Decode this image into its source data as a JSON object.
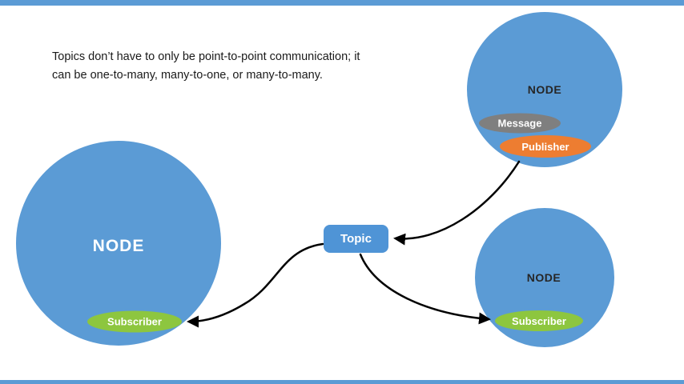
{
  "caption": {
    "line1": "Topics don’t have to only be point-to-point communication; it",
    "line2": "can be one-to-many, many-to-one, or many-to-many."
  },
  "topic": {
    "label": "Topic"
  },
  "nodes": {
    "left": {
      "label": "NODE",
      "subscriber": "Subscriber"
    },
    "top_right": {
      "label": "NODE",
      "message": "Message",
      "publisher": "Publisher"
    },
    "bottom_right": {
      "label": "NODE",
      "subscriber": "Subscriber"
    }
  },
  "colors": {
    "node_blue": "#5B9BD5",
    "topic_blue": "#4F94D6",
    "subscriber_green": "#8DC63F",
    "publisher_orange": "#ED7D31",
    "message_gray": "#7F7F7F",
    "accent_bar_blue": "#5B9BD5",
    "arrow_black": "#000000"
  }
}
